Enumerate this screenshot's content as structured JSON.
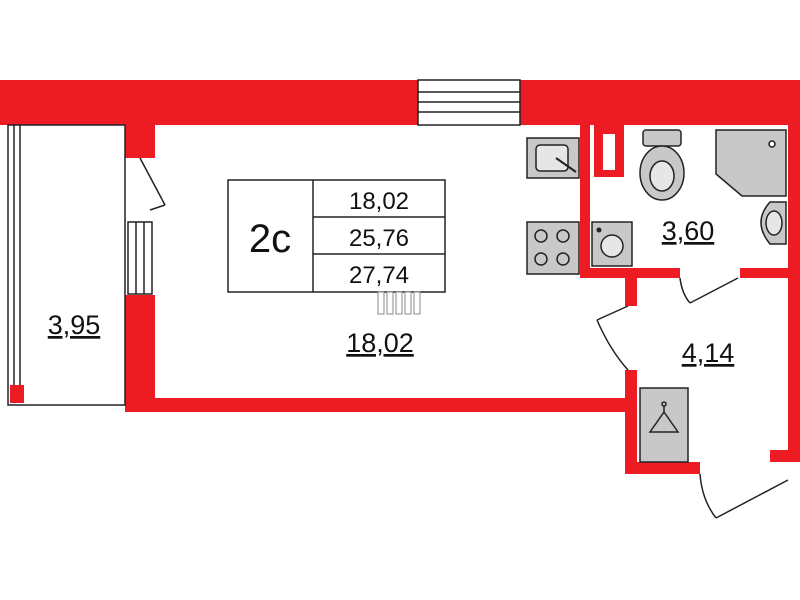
{
  "plan": {
    "unit_type": "2с",
    "summary_areas": [
      "18,02",
      "25,76",
      "27,74"
    ],
    "rooms": {
      "balcony": {
        "area": "3,95"
      },
      "living": {
        "area": "18,02"
      },
      "bathroom": {
        "area": "3,60"
      },
      "hall": {
        "area": "4,14"
      }
    }
  },
  "colors": {
    "wall": "#ed1c24",
    "fixture_fill": "#c8c8c8",
    "line": "#222222"
  },
  "icons": [
    "sink-icon",
    "stove-icon",
    "toilet-icon",
    "shower-icon",
    "washbasin-icon",
    "washing-machine-icon",
    "wardrobe-icon",
    "radiator-icon",
    "door-icon",
    "window-icon"
  ]
}
